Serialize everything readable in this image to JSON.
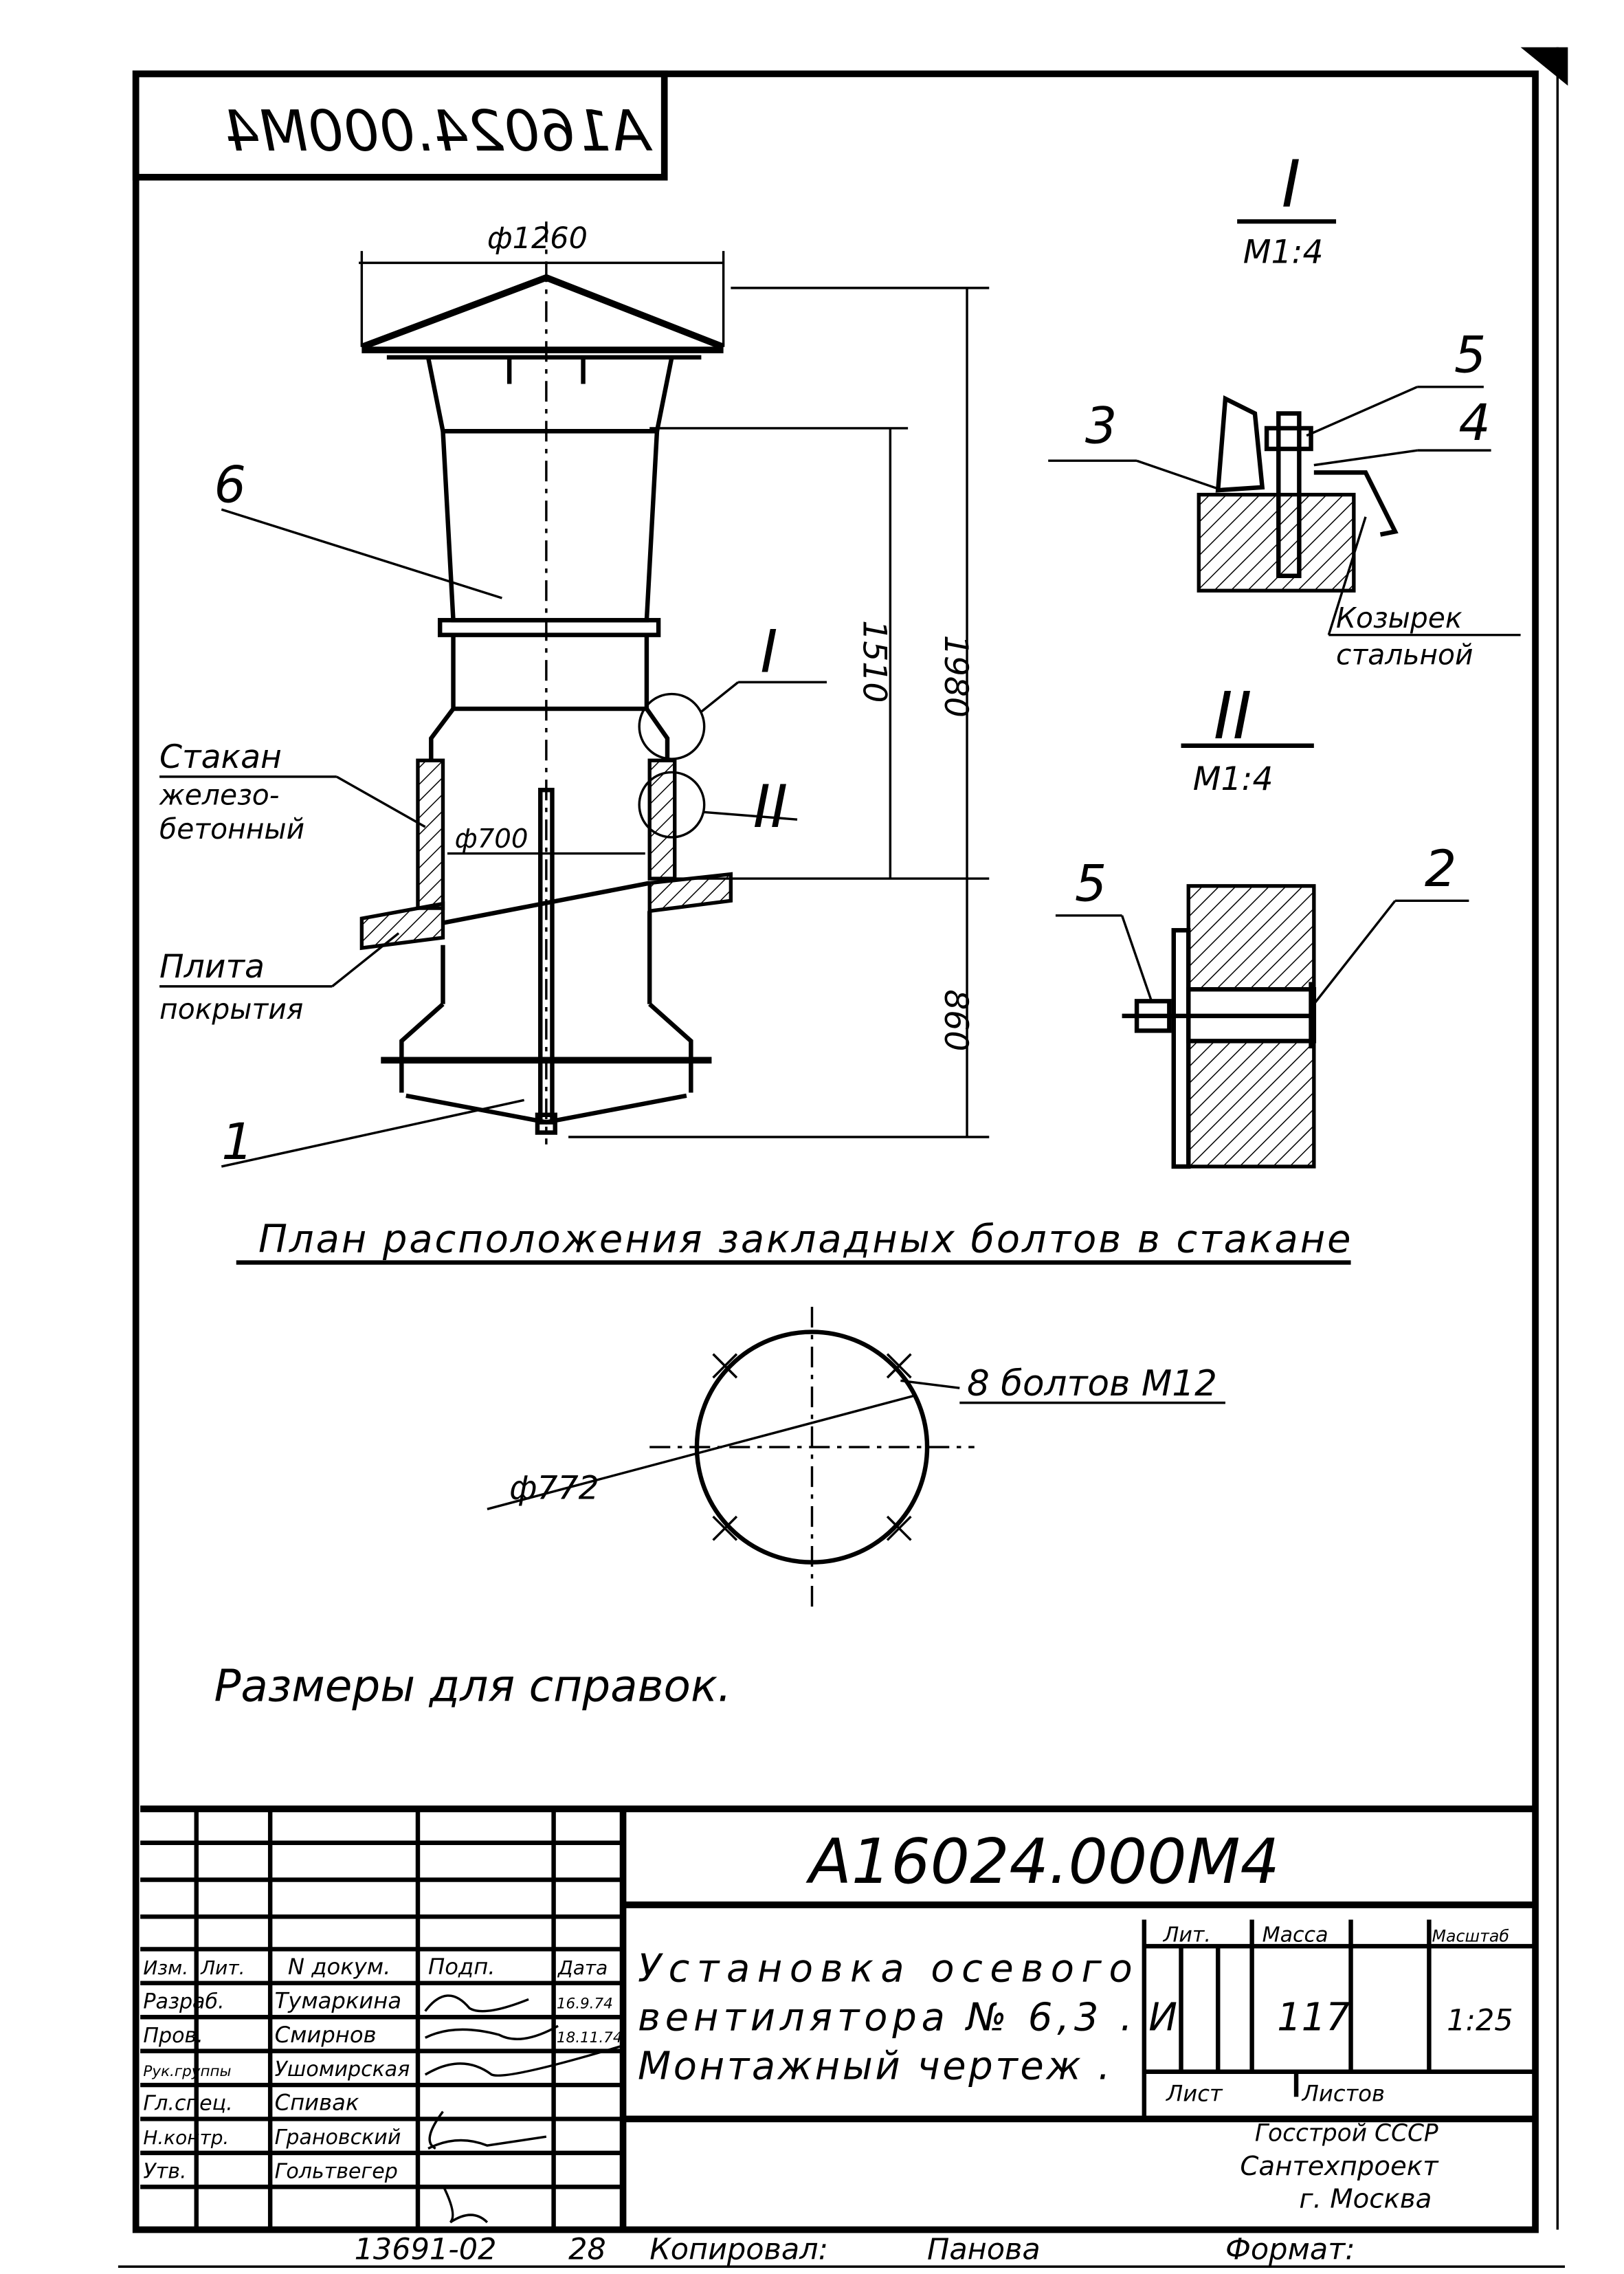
{
  "stamp_mirrored": "A16024.000M4",
  "main_view": {
    "dim_cap_diameter": "ф1260",
    "dim_total_height": "1980",
    "dim_upper_height": "1510",
    "dim_lower_height": "860",
    "dim_inner_diameter": "ф700",
    "label_6": "6",
    "label_1": "1",
    "stakan_line1": "Стакан",
    "stakan_line2": "железо-",
    "stakan_line3": "бетонный",
    "plita_line1": "Плита",
    "plita_line2": "покрытия",
    "callout_I": "I",
    "callout_II": "II"
  },
  "detail_I": {
    "title": "I",
    "scale": "M1:4",
    "label_3": "3",
    "label_5": "5",
    "label_4": "4",
    "kozyrek_line1": "Козырек",
    "kozyrek_line2": "стальной"
  },
  "detail_II": {
    "title": "II",
    "scale": "M1:4",
    "label_5": "5",
    "label_2": "2"
  },
  "bolt_plan": {
    "title": "План расположения закладных болтов в стакане",
    "bolts": "8 болтов M12",
    "diameter": "ф772"
  },
  "note": "Размеры для справок.",
  "title_block": {
    "doc_number": "A16024.000M4",
    "title_line1": "Установка осевого",
    "title_line2": "вентилятора № 6,3 .",
    "title_line3": "Монтажный чертеж .",
    "headers": [
      "Изм.",
      "Лит.",
      "N докум.",
      "Подп.",
      "Дата"
    ],
    "rows": [
      {
        "role": "Разраб.",
        "name": "Тумаркина",
        "date": "16.9.74"
      },
      {
        "role": "Пров.",
        "name": "Смирнов",
        "date": "18.11.74"
      },
      {
        "role": "Рук.группы",
        "name": "Ушомирская",
        "date": ""
      },
      {
        "role": "Гл.спец.",
        "name": "Спивак",
        "date": ""
      },
      {
        "role": "Н.контр.",
        "name": "Грановский",
        "date": ""
      },
      {
        "role": "Утв.",
        "name": "Гольтвегер",
        "date": ""
      }
    ],
    "lit_label": "Лит.",
    "mass_label": "Масса",
    "scale_label": "Масштаб",
    "lit_value": "И",
    "mass_value": "117",
    "scale_value": "1:25",
    "sheet_label": "Лист",
    "sheets_label": "Листов",
    "org_line1": "Госстрой СССР",
    "org_line2": "Сантехпроект",
    "org_line3": "г. Москва"
  },
  "footer": {
    "inv": "13691-02",
    "page": "28",
    "copied_by": "Копировал:",
    "copier": "Панова",
    "format_label": "Формат:"
  }
}
